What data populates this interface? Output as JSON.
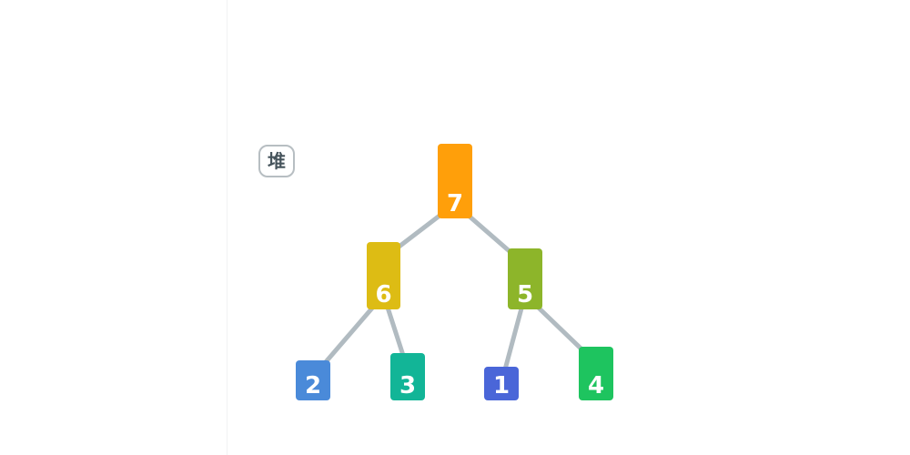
{
  "badge": {
    "label": "堆"
  },
  "heap": {
    "nodes": [
      {
        "id": "n7",
        "value": "7",
        "color": "#FF9F0A"
      },
      {
        "id": "n6",
        "value": "6",
        "color": "#DDBC14"
      },
      {
        "id": "n5",
        "value": "5",
        "color": "#8DB52A"
      },
      {
        "id": "n2",
        "value": "2",
        "color": "#4A8AD9"
      },
      {
        "id": "n3",
        "value": "3",
        "color": "#12B597"
      },
      {
        "id": "n1",
        "value": "1",
        "color": "#4A66D8"
      },
      {
        "id": "n4",
        "value": "4",
        "color": "#1EC45F"
      }
    ],
    "edges": [
      [
        "n7",
        "n6"
      ],
      [
        "n7",
        "n5"
      ],
      [
        "n6",
        "n2"
      ],
      [
        "n6",
        "n3"
      ],
      [
        "n5",
        "n1"
      ],
      [
        "n5",
        "n4"
      ]
    ],
    "edge_color": "#B1BBC1"
  }
}
